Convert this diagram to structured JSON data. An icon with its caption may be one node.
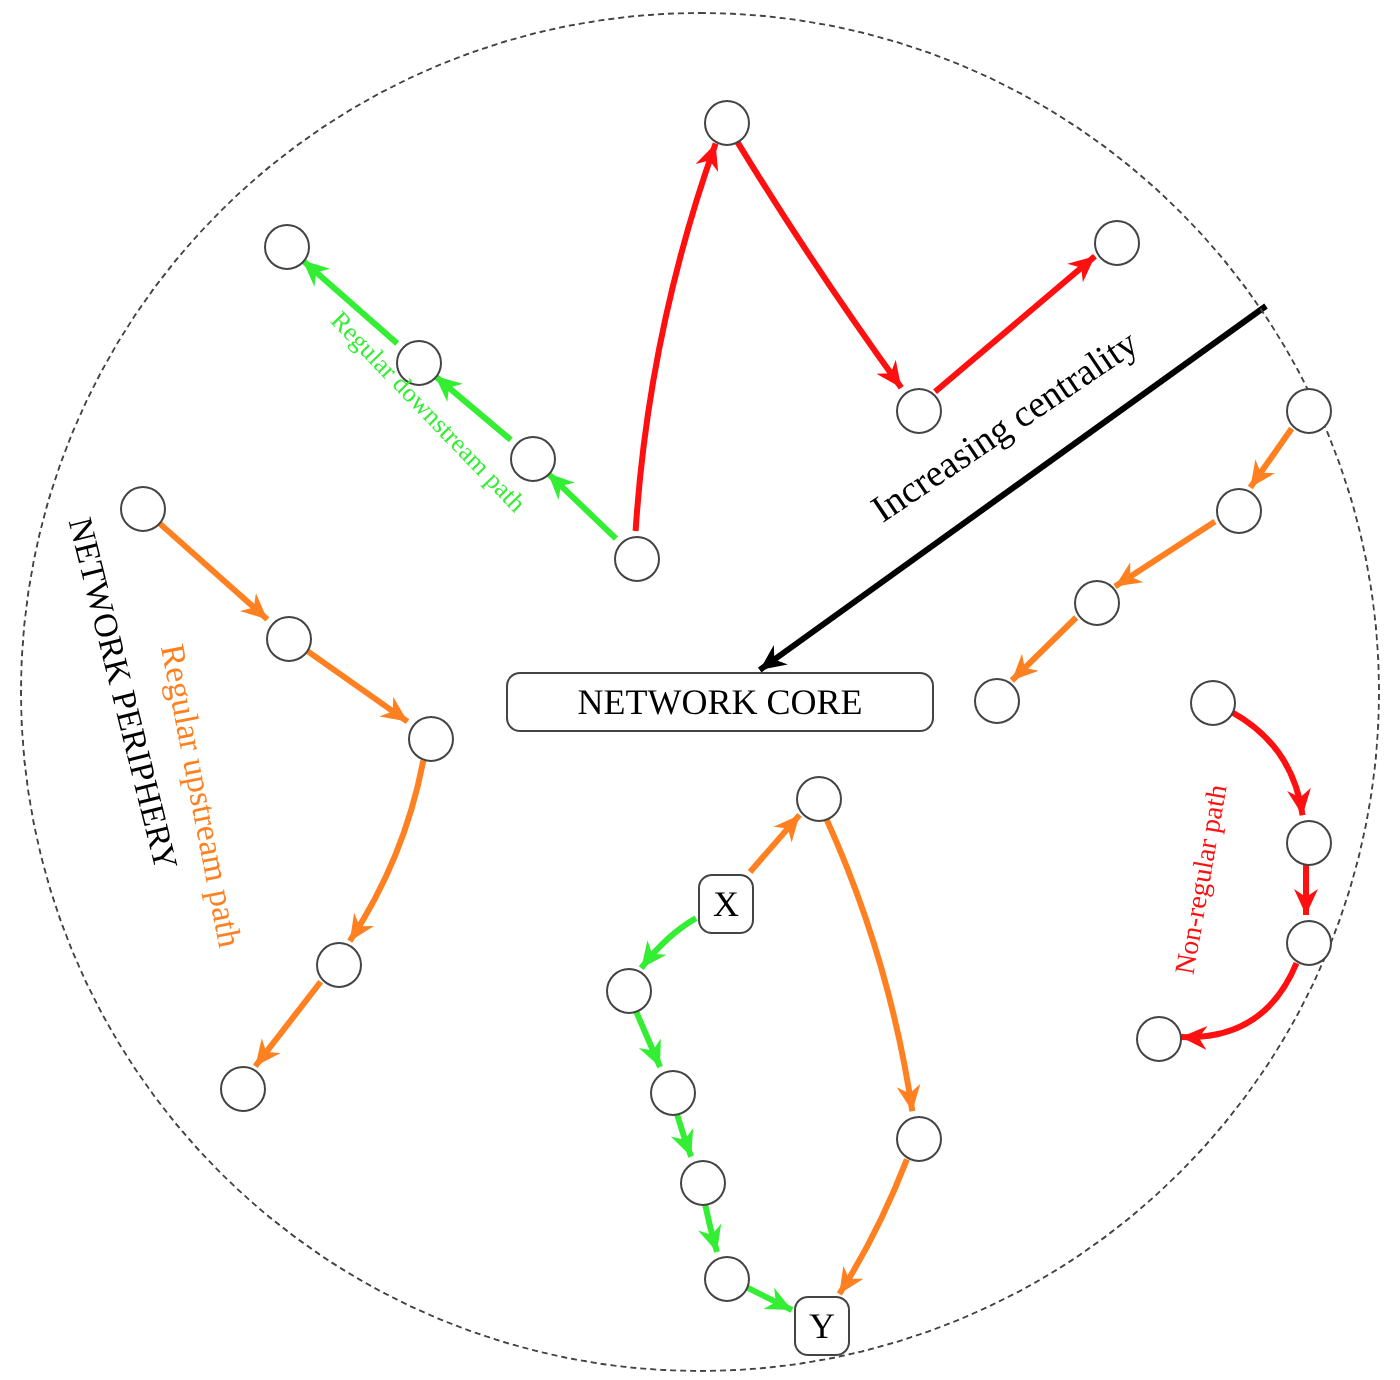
{
  "diagram": {
    "nodes": [
      {
        "text": [
          "NETWORK PERIPHERY"
        ]
      },
      {
        "text": [
          "NETWORK CORE"
        ],
        "in": 0
      },
      {
        "text": [],
        "shape": "circle",
        "in": 0
      },
      {
        "text": [],
        "shape": "circle",
        "in": 0
      },
      {
        "text": [],
        "shape": "circle",
        "in": 0
      },
      {
        "text": [],
        "shape": "circle",
        "in": 0
      },
      {
        "text": [],
        "shape": "circle",
        "in": 0
      },
      {
        "text": [],
        "shape": "circle",
        "in": 0
      },
      {
        "text": [],
        "shape": "circle",
        "in": 0
      },
      {
        "text": [],
        "shape": "circle",
        "in": 0
      },
      {
        "text": [],
        "shape": "circle",
        "in": 0
      },
      {
        "text": [],
        "shape": "circle",
        "in": 0
      },
      {
        "text": [],
        "shape": "circle",
        "in": 0
      },
      {
        "text": [],
        "shape": "circle",
        "in": 0
      },
      {
        "text": [],
        "shape": "circle",
        "in": 0
      },
      {
        "text": [],
        "shape": "circle",
        "in": 0
      },
      {
        "text": [],
        "shape": "circle",
        "in": 0
      },
      {
        "text": [],
        "shape": "circle",
        "in": 0
      },
      {
        "text": [],
        "shape": "circle",
        "in": 0
      },
      {
        "text": [],
        "shape": "circle",
        "in": 0
      },
      {
        "text": [],
        "shape": "circle",
        "in": 0
      },
      {
        "text": [],
        "shape": "circle",
        "in": 0
      },
      {
        "text": [
          "X"
        ],
        "in": 0
      },
      {
        "text": [],
        "shape": "circle",
        "in": 0
      },
      {
        "text": [],
        "shape": "circle",
        "in": 0
      },
      {
        "text": [
          "Y"
        ],
        "in": 0
      },
      {
        "text": [],
        "shape": "circle",
        "in": 0
      },
      {
        "text": [],
        "shape": "circle",
        "in": 0
      },
      {
        "text": [],
        "shape": "circle",
        "in": 0
      },
      {
        "text": [],
        "shape": "circle",
        "in": 0
      }
    ],
    "edges": [
      {
        "from": 2,
        "to": 3,
        "arrow": "to",
        "color": "#ff1010"
      },
      {
        "from": 3,
        "to": 4,
        "arrow": "to",
        "color": "#ff1010"
      },
      {
        "from": 4,
        "to": 5,
        "arrow": "to",
        "color": "#ff1010"
      },
      {
        "from": 2,
        "to": 6,
        "arrow": "to",
        "color": "#33ee33"
      },
      {
        "from": 6,
        "to": 7,
        "arrow": "to",
        "color": "#33ee33"
      },
      {
        "from": 7,
        "to": 8,
        "arrow": "to",
        "color": "#33ee33"
      },
      {
        "from": 9,
        "to": 10,
        "arrow": "to",
        "color": "#ff8020"
      },
      {
        "from": 10,
        "to": 11,
        "arrow": "to",
        "color": "#ff8020"
      },
      {
        "from": 11,
        "to": 12,
        "arrow": "to",
        "color": "#ff8020"
      },
      {
        "from": 12,
        "to": 13,
        "arrow": "to",
        "color": "#ff8020"
      },
      {
        "from": 14,
        "to": 15,
        "arrow": "to",
        "color": "#ff8020"
      },
      {
        "from": 15,
        "to": 16,
        "arrow": "to",
        "color": "#ff8020"
      },
      {
        "from": 16,
        "to": 17,
        "arrow": "to",
        "color": "#ff8020"
      },
      {
        "from": 18,
        "to": 19,
        "arrow": "to",
        "color": "#ff1010"
      },
      {
        "from": 19,
        "to": 20,
        "arrow": "to",
        "color": "#ff1010"
      },
      {
        "from": 20,
        "to": 21,
        "arrow": "to",
        "color": "#ff1010"
      },
      {
        "from": 22,
        "to": 23,
        "arrow": "to",
        "color": "#ff8020"
      },
      {
        "from": 23,
        "to": 24,
        "arrow": "to",
        "color": "#ff8020"
      },
      {
        "from": 24,
        "to": 25,
        "arrow": "to",
        "color": "#ff8020"
      },
      {
        "from": 22,
        "to": 26,
        "arrow": "to",
        "color": "#33ee33"
      },
      {
        "from": 26,
        "to": 27,
        "arrow": "to",
        "color": "#33ee33"
      },
      {
        "from": 27,
        "to": 28,
        "arrow": "to",
        "color": "#33ee33"
      },
      {
        "from": 28,
        "to": 29,
        "arrow": "to",
        "color": "#33ee33"
      },
      {
        "from": 29,
        "to": 25,
        "arrow": "to",
        "color": "#33ee33"
      },
      {
        "from": null,
        "to": 1,
        "arrow": "to",
        "label": "Increasing centrality",
        "color": "#000000"
      }
    ],
    "labels": [
      "Regular downstream path",
      "Regular upstream path",
      "Non-regular path"
    ]
  }
}
